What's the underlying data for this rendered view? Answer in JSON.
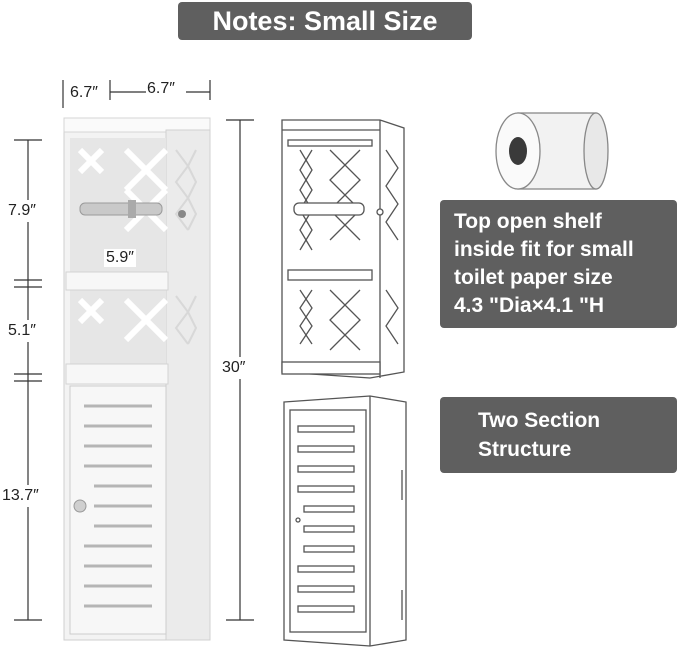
{
  "title": "Notes: Small Size",
  "dimensions": {
    "depth": "6.7″",
    "width": "6.7″",
    "inner_width": "5.9″",
    "top_section": "7.9″",
    "middle_section": "5.1″",
    "bottom_section": "13.7″",
    "total_height": "30″"
  },
  "notes": {
    "top_shelf": [
      "Top open shelf",
      "inside fit for small",
      "toilet paper size",
      "4.3 \"Dia×4.1 \"H"
    ],
    "structure": [
      "Two Section",
      "Structure"
    ]
  },
  "colors": {
    "banner": "#5f5f5f",
    "cabinet": "#f2f2f2",
    "outline": "#555555"
  }
}
